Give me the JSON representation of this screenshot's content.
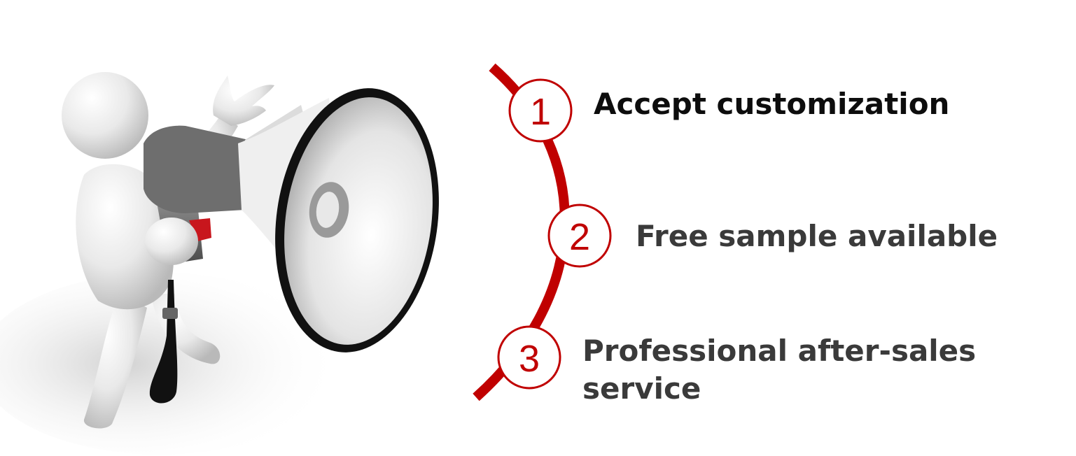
{
  "accent_color": "#c00000",
  "illustration": {
    "icon": "megaphone-person-icon"
  },
  "features": [
    {
      "number": "1",
      "label": "Accept customization"
    },
    {
      "number": "2",
      "label": "Free sample available"
    },
    {
      "number": "3",
      "label": "Professional after-sales service"
    }
  ]
}
